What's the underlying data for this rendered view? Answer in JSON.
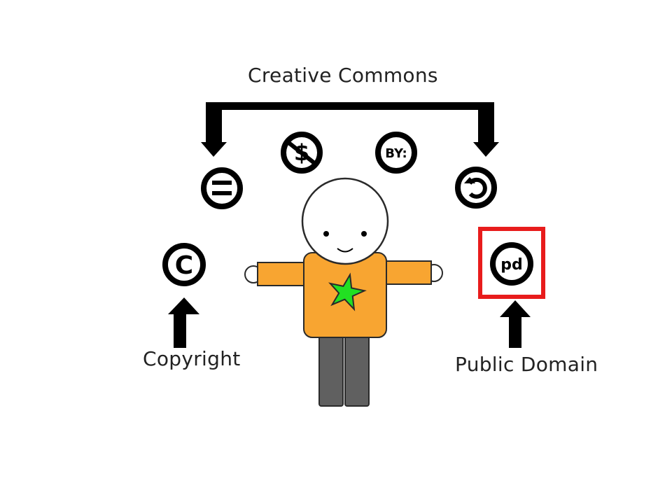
{
  "labels": {
    "creative_commons": "Creative Commons",
    "copyright": "Copyright",
    "public_domain": "Public Domain"
  },
  "icons": {
    "copyright_glyph": "C",
    "by_glyph": "BY:",
    "nc_glyph": "$",
    "pd_glyph": "pd",
    "nd_glyph": "=",
    "sa_glyph": "share-alike"
  },
  "colors": {
    "highlight": "#e81c1c",
    "shirt": "#f8a531",
    "star": "#22e022",
    "pants": "#606060",
    "arrow": "#000000"
  }
}
